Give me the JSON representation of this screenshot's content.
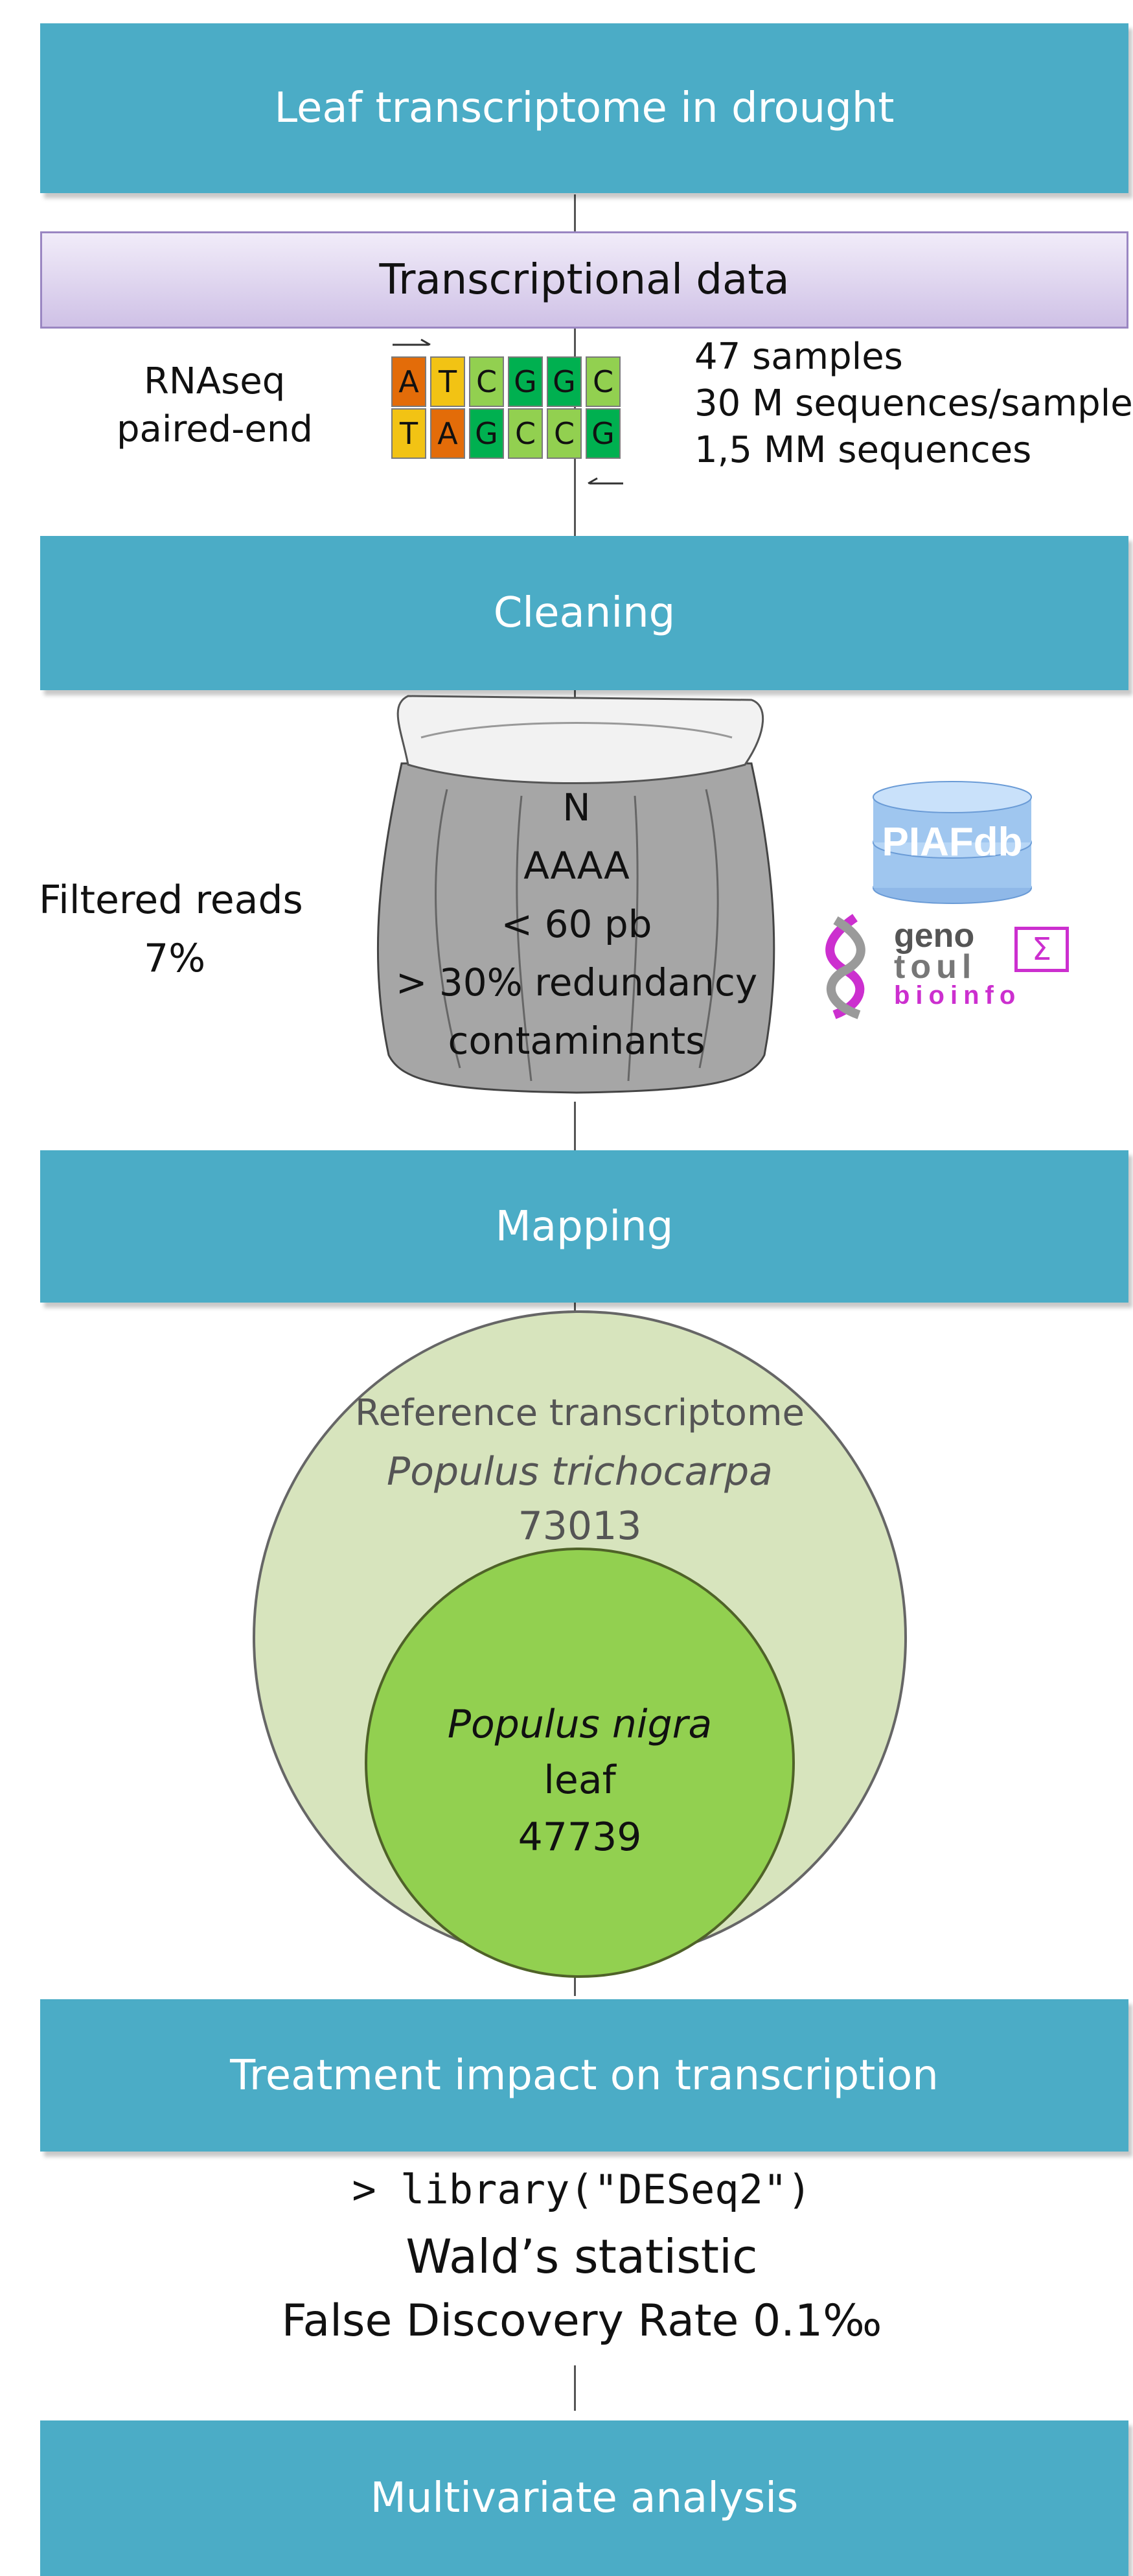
{
  "stages": {
    "s1": "Leaf transcriptome in drought",
    "s2": "Cleaning",
    "s3": "Mapping",
    "s4": "Treatment impact on transcription",
    "s5": "Multivariate analysis"
  },
  "transcriptional": {
    "title": "Transcriptional data",
    "left_line1": "RNAseq",
    "left_line2": "paired-end",
    "right_line1": "47 samples",
    "right_line2": "30 M sequences/sample",
    "right_line3": "1,5 MM sequences",
    "seq_top": [
      "A",
      "T",
      "C",
      "G",
      "G",
      "C"
    ],
    "seq_bottom": [
      "T",
      "A",
      "G",
      "C",
      "C",
      "G"
    ]
  },
  "cleaning": {
    "filtered_line1": "Filtered reads",
    "filtered_line2": "7%",
    "bag_lines": [
      "N",
      "AAAA",
      "< 60 pb",
      "> 30%  redundancy",
      "contaminants"
    ],
    "logo_piafdb": "PIAFdb",
    "logo_geno": "geno",
    "logo_toul": "toul",
    "logo_bioinfo": "bioinfo",
    "logo_sigma": "Σ"
  },
  "mapping": {
    "outer_line1": "Reference transcriptome",
    "outer_line2": "Populus trichocarpa",
    "outer_line3": "73013",
    "inner_line1": "Populus nigra",
    "inner_line2": "leaf",
    "inner_line3": "47739"
  },
  "treatment": {
    "code": "> library(\"DESeq2\")",
    "line2": "Wald’s statistic",
    "line3": "False Discovery Rate 0.1‰"
  },
  "colors": {
    "stage": "#4bacc6",
    "nuc_A": "#e36c09",
    "nuc_T": "#f2c314",
    "nuc_C": "#92d050",
    "nuc_G": "#00b050",
    "outer_circle": "#d7e4bd",
    "inner_circle": "#92d050"
  }
}
